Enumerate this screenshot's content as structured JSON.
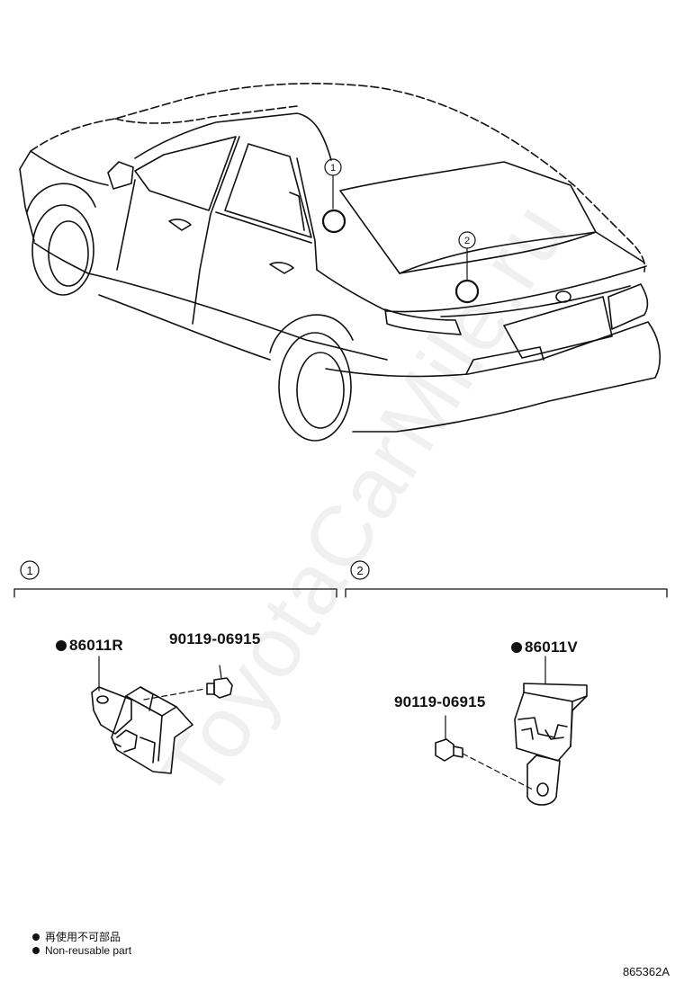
{
  "callouts": {
    "one": "1",
    "two": "2"
  },
  "section_1": {
    "number": "1",
    "main_part": "86011R",
    "bolt_part": "90119-06915"
  },
  "section_2": {
    "number": "2",
    "main_part": "86011V",
    "bolt_part": "90119-06915"
  },
  "legend": {
    "line_jp": "再使用不可部品",
    "line_en": "Non-reusable part"
  },
  "drawing_number": "865362A",
  "watermark": "ToyotaCarMile.ru",
  "colors": {
    "ink": "#111111",
    "background": "#ffffff"
  }
}
